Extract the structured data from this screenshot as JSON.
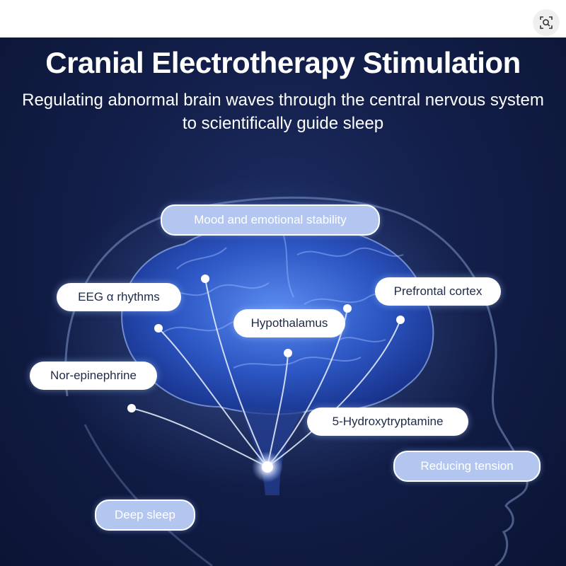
{
  "toolbar": {
    "lens_icon": "visual-search-icon"
  },
  "content": {
    "title": "Cranial Electrotherapy Stimulation",
    "subtitle_line1": "Regulating abnormal brain waves through the central nervous system",
    "subtitle_line2": "to scientifically guide sleep",
    "labels": {
      "mood": "Mood and emotional stability",
      "eeg": "EEG α rhythms",
      "prefrontal": "Prefrontal cortex",
      "hypothalamus": "Hypothalamus",
      "norepinephrine": "Nor-epinephrine",
      "hydroxytryptamine": "5-Hydroxytryptamine",
      "reducing_tension": "Reducing tension",
      "deep_sleep": "Deep sleep"
    },
    "colors": {
      "background": "#131f4a",
      "brain": "#3d6fe0",
      "connector": "#e8f1ff",
      "pill_accent": "#b3c6ef"
    }
  }
}
